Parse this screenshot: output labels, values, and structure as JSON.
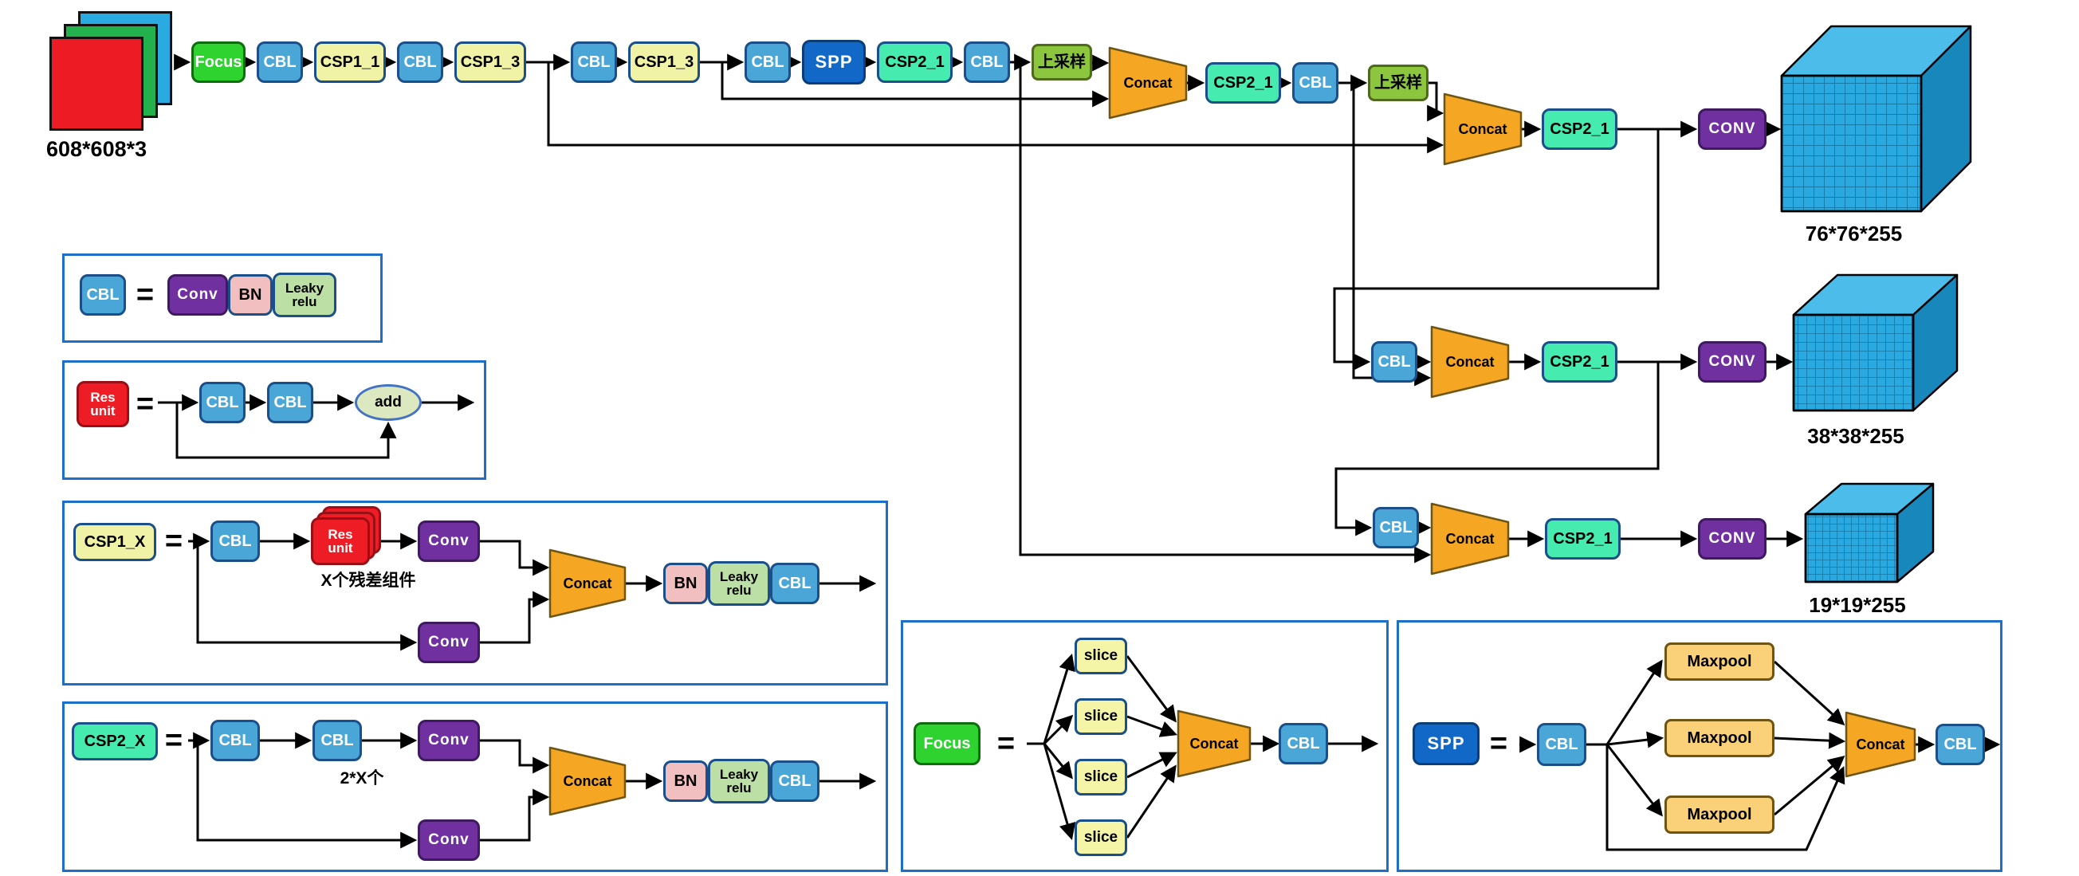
{
  "nodes": {
    "cbl": "CBL",
    "focus": "Focus",
    "csp1_1": "CSP1_1",
    "csp1_3": "CSP1_3",
    "spp": "SPP",
    "csp2_1": "CSP2_1",
    "upsample": "上采样",
    "concat": "Concat",
    "conv_caps": "CONV",
    "conv": "Conv",
    "bn": "BN",
    "leaky_relu": "Leaky\nrelu",
    "res_unit": "Res\nunit",
    "add": "add",
    "csp1_x": "CSP1_X",
    "csp2_x": "CSP2_X",
    "slice": "slice",
    "maxpool": "Maxpool"
  },
  "annotations": {
    "equals": "=",
    "x_residual_units": "X个残差组件",
    "two_x": "2*X个"
  },
  "io": {
    "input_size": "608*608*3",
    "output_large": "76*76*255",
    "output_medium": "38*38*255",
    "output_small": "19*19*255"
  },
  "colors": {
    "cbl_fill": "#4BA6D8",
    "csp1_fill": "#F0F2A6",
    "csp2_fill": "#46EBB0",
    "focus_fill": "#2FD32F",
    "spp_fill": "#1168C6",
    "upsample_fill": "#8CC63F",
    "concat_fill": "#F5A623",
    "conv_fill": "#7030A0",
    "bn_fill": "#F2BFC1",
    "leaky_fill": "#BCDFA6",
    "res_fill": "#EE1C25",
    "slice_fill": "#F5F5A8",
    "maxpool_fill": "#FAD078",
    "cube_fill": "#29A9E0",
    "panel_border": "#1E6FC8",
    "input_red": "#ED1C24",
    "input_green": "#22B14C",
    "input_cyan": "#29ABE2"
  }
}
